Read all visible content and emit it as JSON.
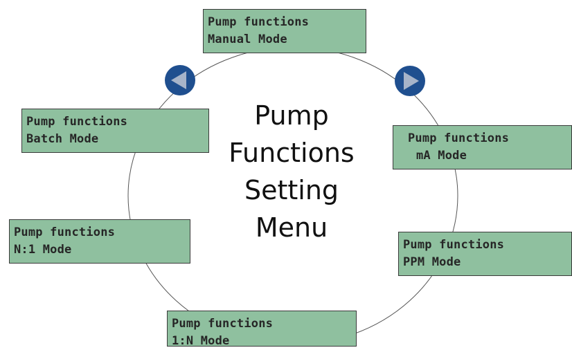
{
  "title": {
    "lines": [
      "Pump",
      "Functions",
      "Setting",
      "Menu"
    ]
  },
  "nav": {
    "prev_icon": "triangle-left-icon",
    "next_icon": "triangle-right-icon"
  },
  "menu_items": [
    {
      "line1": "Pump functions",
      "line2": "Manual Mode"
    },
    {
      "line1": "Pump functions",
      "line2": "mA Mode"
    },
    {
      "line1": "Pump functions",
      "line2": "PPM Mode"
    },
    {
      "line1": "Pump functions",
      "line2": "1:N Mode"
    },
    {
      "line1": "Pump functions",
      "line2": "N:1 Mode"
    },
    {
      "line1": "Pump functions",
      "line2": "Batch Mode"
    }
  ],
  "colors": {
    "lcd_background": "#8fc09f",
    "lcd_text": "#262626",
    "nav_button": "#1f4f8f",
    "nav_arrow": "#a7b4c9",
    "circle_line": "#555555"
  }
}
